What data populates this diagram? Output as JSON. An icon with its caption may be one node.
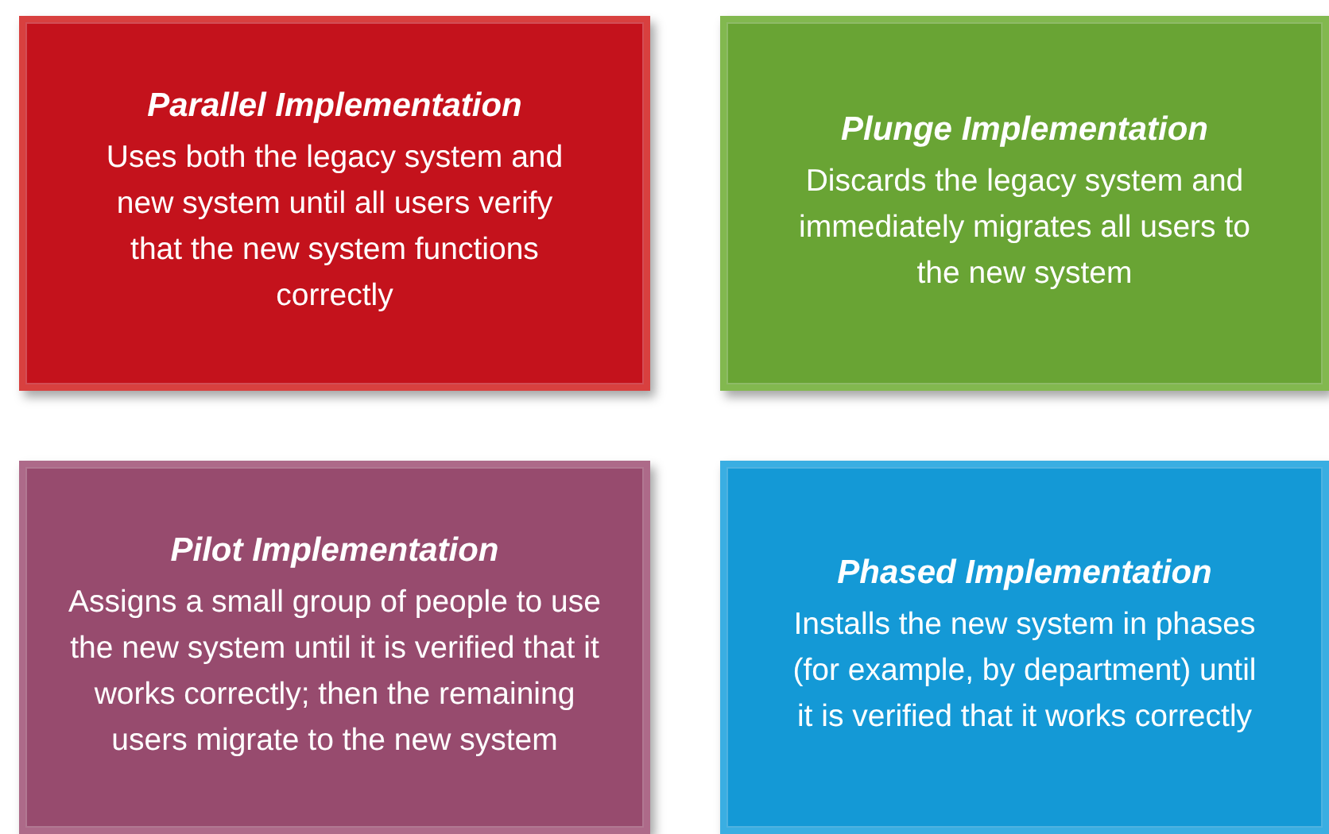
{
  "diagram": {
    "nodes": [
      {
        "text": [
          "Parallel Implementation",
          "Uses both the legacy system and new system until all users verify that the new system functions correctly"
        ]
      },
      {
        "text": [
          "Plunge Implementation",
          "Discards the legacy system and immediately migrates all users to the new system"
        ]
      },
      {
        "text": [
          "Pilot Implementation",
          "Assigns a small group of people to use the new system until it is verified that it works correctly; then the remaining users migrate to the new system"
        ]
      },
      {
        "text": [
          "Phased Implementation",
          "Installs the new system in phases (for example, by department) until it is verified that it works correctly"
        ]
      }
    ]
  }
}
